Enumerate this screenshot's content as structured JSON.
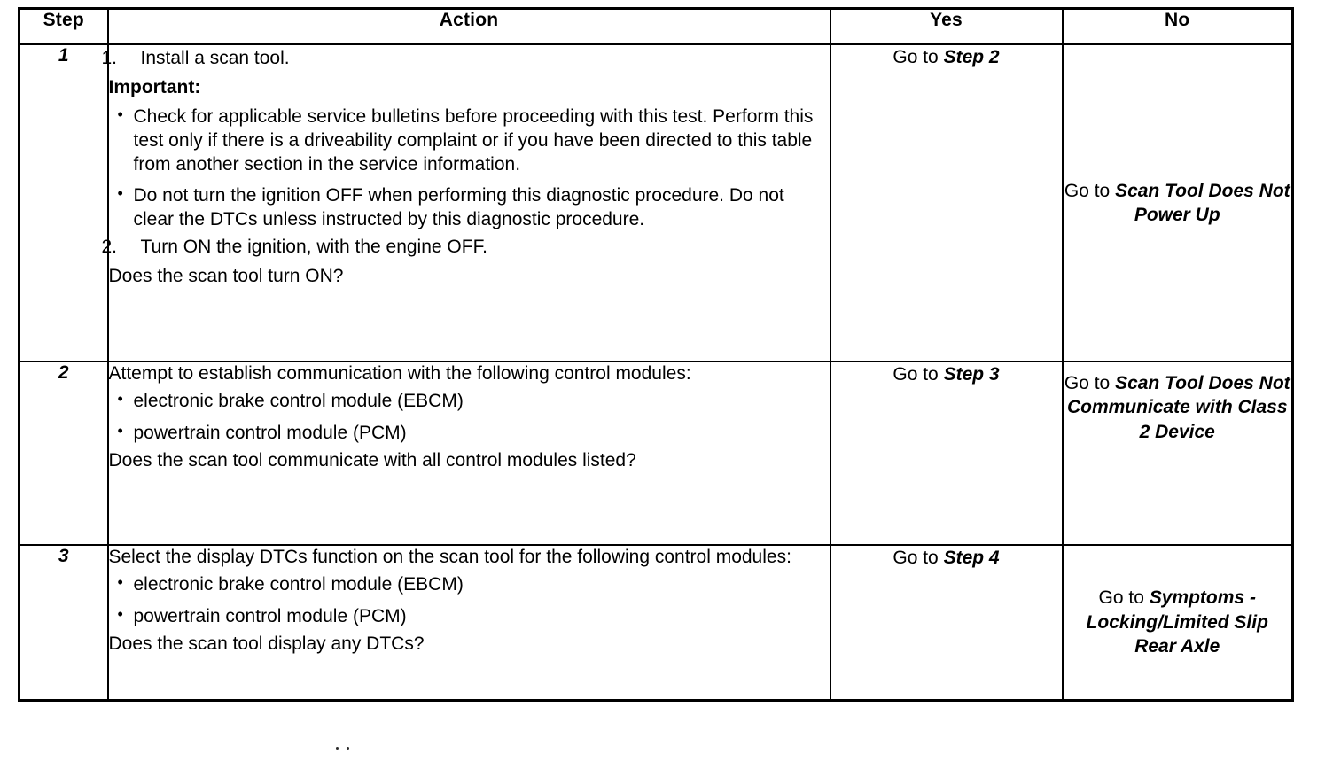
{
  "table": {
    "headers": {
      "step": "Step",
      "action": "Action",
      "yes": "Yes",
      "no": "No"
    },
    "rows": [
      {
        "step": "1",
        "action": {
          "numbered_1": {
            "num": "1.",
            "text": "Install a scan tool."
          },
          "important_label": "Important:",
          "bullets": [
            "Check for applicable service bulletins before proceeding with this test. Perform this test only if there is a driveability complaint or if you have been directed to this table from another section in the service information.",
            "Do not turn the ignition OFF when performing this diagnostic procedure. Do not clear the DTCs unless instructed by this diagnostic procedure."
          ],
          "numbered_2": {
            "num": "2.",
            "text": "Turn ON the ignition, with the engine OFF."
          },
          "question": "Does the scan tool turn ON?"
        },
        "yes": {
          "prefix": "Go to ",
          "ref": "Step 2"
        },
        "no": {
          "prefix": "Go to ",
          "ref": "Scan Tool Does Not Power Up"
        },
        "no_align": "middle"
      },
      {
        "step": "2",
        "action": {
          "lead": "Attempt to establish communication with the following control modules:",
          "bullets": [
            "electronic brake control module (EBCM)",
            "powertrain control module (PCM)"
          ],
          "question": "Does the scan tool communicate with all control modules listed?"
        },
        "yes": {
          "prefix": "Go to ",
          "ref": "Step 3"
        },
        "no": {
          "prefix": "Go to ",
          "ref": "Scan Tool Does Not Communicate with Class 2 Device"
        },
        "no_align": "top"
      },
      {
        "step": "3",
        "action": {
          "lead": "Select the display DTCs function on the scan tool for the following control modules:",
          "bullets": [
            "electronic brake control module (EBCM)",
            "powertrain control module (PCM)"
          ],
          "question": "Does the scan tool display any DTCs?"
        },
        "yes": {
          "prefix": "Go to ",
          "ref": "Step 4"
        },
        "no": {
          "prefix": "Go to ",
          "ref": "Symptoms - Locking/Limited Slip Rear Axle"
        },
        "no_align": "middle"
      }
    ]
  },
  "colors": {
    "ink": "#000000",
    "paper": "#ffffff"
  }
}
